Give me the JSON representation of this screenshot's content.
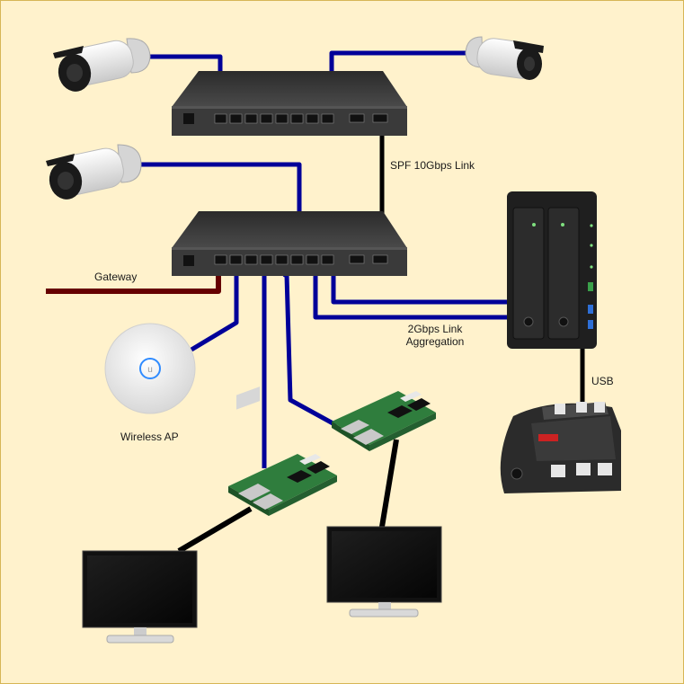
{
  "labels": {
    "sfp_link": "SPF 10Gbps Link",
    "gateway": "Gateway",
    "link_aggregation": "2Gbps Link\nAggregation",
    "usb": "USB",
    "wireless_ap": "Wireless AP"
  },
  "colors": {
    "background": "#fff2cc",
    "border": "#d6b656",
    "ethernet_cable": "#000099",
    "gateway_cable": "#660000",
    "fiber_cable": "#000000",
    "switch_body": "#3c3c3c"
  },
  "icons": [
    "ip-camera-icon",
    "network-switch-icon",
    "nas-icon",
    "ups-icon",
    "wireless-ap-icon",
    "raspberry-pi-icon",
    "monitor-icon"
  ]
}
